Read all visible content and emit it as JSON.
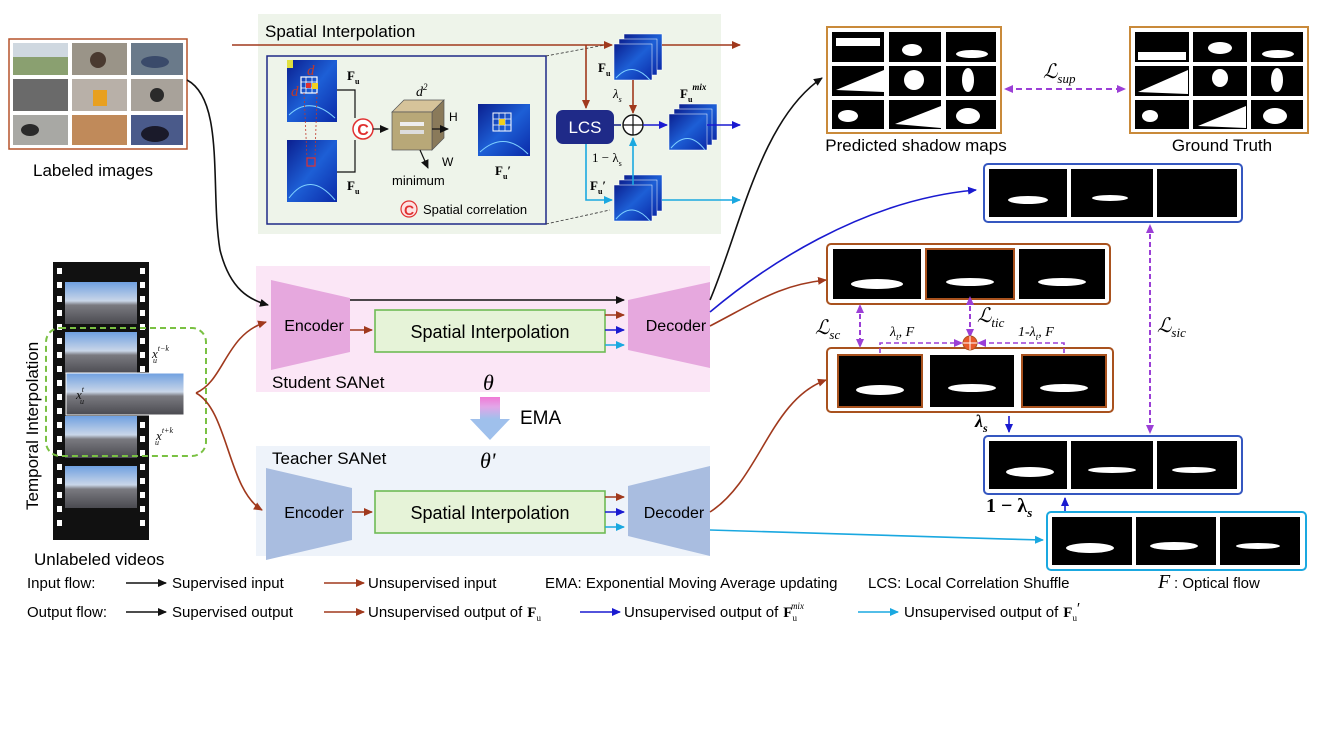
{
  "colors": {
    "supervised": "#111111",
    "unsupervised": "#a0391d",
    "mix": "#1a1ad0",
    "prime": "#1aa8e0",
    "purple": "#9b3fd6",
    "student_bg": "#fbe6f6",
    "teacher_bg": "#eef3fa",
    "spatial_bg": "#eef4ea",
    "encoder_student": "#e6a8de",
    "encoder_teacher": "#a9bde0",
    "module_fill": "#e6f3d8",
    "module_border": "#6fbb55",
    "lcs_fill": "#1f2a88",
    "orange_border": "#a9521e",
    "blue_border": "#3557c0"
  },
  "spatial_panel": {
    "title": "Spatial Interpolation",
    "fu": "F",
    "fu_sub": "u",
    "d_label": "d",
    "d2_label": "d",
    "d2_sup": "2",
    "h_label": "H",
    "w_label": "W",
    "minimum_label": "minimum",
    "fu_prime": "F",
    "fu_prime_sub": "u",
    "correlation_icon": "C",
    "correlation_label": "Spatial correlation",
    "lcs_label": "LCS",
    "lambda_label": "λ",
    "lambda_sub": "s",
    "one_minus_lambda": "1 − λ",
    "one_minus_lambda_sub": "s",
    "fmix": "F",
    "fmix_sub": "u",
    "fmix_sup": "mix",
    "oplus": "⊕"
  },
  "labeled": {
    "caption": "Labeled images"
  },
  "unlabeled": {
    "caption": "Unlabeled videos",
    "side_label": "Temporal Interpolation",
    "x_prev": "x",
    "x_prev_sup": "t−k",
    "x_cur": "x",
    "x_cur_sup": "t",
    "x_next": "x",
    "x_next_sup": "t+k",
    "x_sub": "u"
  },
  "student": {
    "encoder": "Encoder",
    "module": "Spatial Interpolation",
    "decoder": "Decoder",
    "title": "Student SANet",
    "theta": "θ"
  },
  "ema": {
    "label": "EMA"
  },
  "teacher": {
    "encoder": "Encoder",
    "module": "Spatial Interpolation",
    "decoder": "Decoder",
    "title": "Teacher SANet",
    "theta": "θ'"
  },
  "outputs": {
    "predicted_caption": "Predicted shadow maps",
    "gt_caption": "Ground Truth",
    "l_sup": "ℒ",
    "l_sup_sub": "sup",
    "l_sc": "ℒ",
    "l_sc_sub": "sc",
    "l_tic": "ℒ",
    "l_tic_sub": "tic",
    "l_sic": "ℒ",
    "l_sic_sub": "sic",
    "lt_f_left": "λ",
    "lt_f_left_tail": ", F",
    "lt_f_right": "1-λ",
    "lt_f_right_tail": ", F",
    "lt_sub": "t",
    "lambda_s": "λ",
    "lambda_s_sub": "s",
    "one_minus_lambda_s": "1 − λ",
    "one_minus_lambda_s_sub": "s"
  },
  "legend": {
    "input_flow": "Input flow:",
    "output_flow": "Output flow:",
    "sup_input": "Supervised input",
    "unsup_input": "Unsupervised input",
    "ema_text": "EMA: Exponential Moving Average updating",
    "lcs_text": "LCS: Local Correlation Shuffle",
    "f_symbol": "F",
    "f_text": ": Optical flow",
    "sup_output": "Supervised output",
    "unsup_fu": "Unsupervised output of",
    "unsup_fmix": "Unsupervised output of",
    "unsup_fprime": "Unsupervised output of",
    "fu": "F",
    "fu_sub": "u",
    "fmix_sup": "mix"
  }
}
